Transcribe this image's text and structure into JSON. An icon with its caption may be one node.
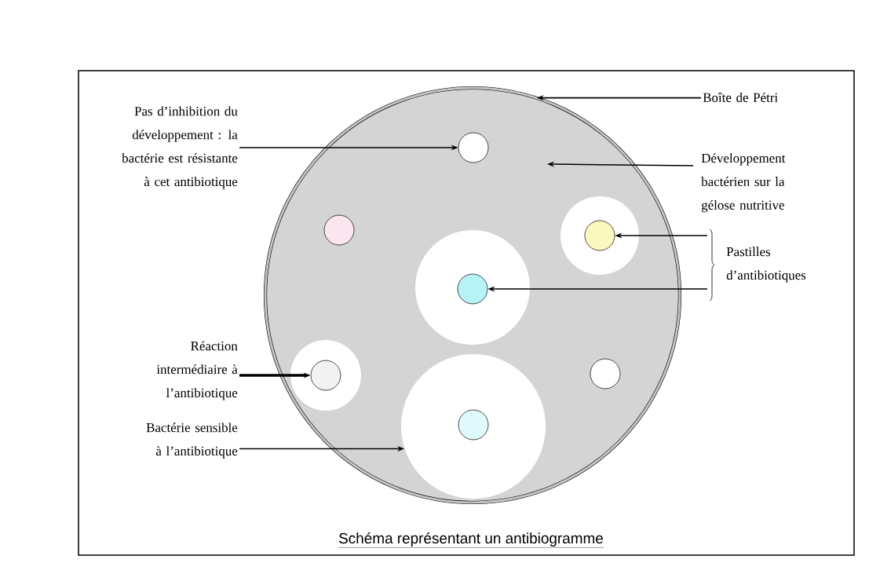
{
  "diagram": {
    "caption": "Schéma représentant un antibiogramme",
    "nodes": [
      {
        "text": [],
        "shape": "circle"
      },
      {
        "text": [],
        "shape": "circle",
        "in": 0
      },
      {
        "text": [],
        "shape": "circle",
        "in": 0
      },
      {
        "text": [],
        "shape": "circle",
        "in": 0
      },
      {
        "text": [],
        "shape": "circle",
        "in": 0
      },
      {
        "text": [],
        "shape": "circle",
        "in": 0
      },
      {
        "text": [],
        "shape": "circle",
        "in": 0
      },
      {
        "text": [],
        "shape": "circle",
        "in": 1
      },
      {
        "text": [],
        "shape": "circle",
        "in": 2
      },
      {
        "text": [],
        "shape": "circle",
        "in": 3
      },
      {
        "text": [],
        "shape": "circle",
        "in": 0
      },
      {
        "text": [],
        "shape": "circle",
        "in": 4
      },
      {
        "text": [
          "Pas d’inhibition du développement : la bactérie est résistante à cet antibiotique"
        ]
      },
      {
        "text": [
          "Boîte de Pétri"
        ]
      },
      {
        "text": [
          "Développement bactérien sur la gélose nutritive"
        ]
      },
      {
        "text": [
          "Pastilles d’antibiotiques"
        ]
      },
      {
        "text": [
          "Réaction intermédiaire à l’antibiotique"
        ]
      },
      {
        "text": [
          "Bactérie sensible à l’antibiotique"
        ]
      }
    ],
    "edges": [
      {
        "from": 12,
        "to": 5,
        "arrow": "to"
      },
      {
        "from": 13,
        "to": 0,
        "arrow": "to"
      },
      {
        "from": 14,
        "to": null,
        "arrow": "to"
      },
      {
        "from": 15,
        "to": 7,
        "arrow": "to"
      },
      {
        "from": 15,
        "to": 8,
        "arrow": "to"
      },
      {
        "from": 16,
        "to": 9,
        "arrow": "to",
        "style": "thick"
      },
      {
        "from": 17,
        "to": 4,
        "arrow": "to"
      }
    ]
  }
}
